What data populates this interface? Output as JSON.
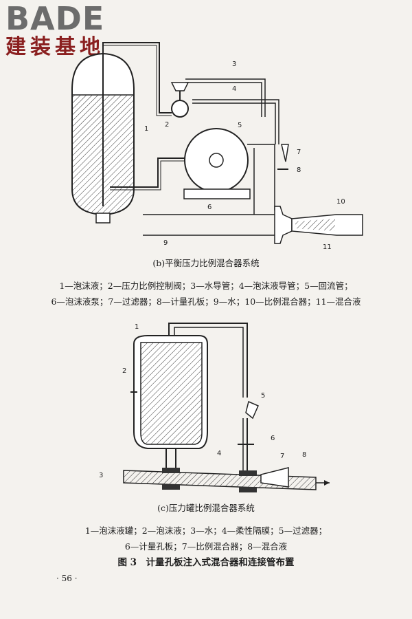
{
  "logo": {
    "word": "BADE",
    "sub": "建装基地"
  },
  "figure_b": {
    "caption": "(b)平衡压力比例混合器系统",
    "legend_line1": "1—泡沫液；2—压力比例控制阀；3—水导管；4—泡沫液导管；5—回流管；",
    "legend_line2": "6—泡沫液泵；7—过滤器；8—计量孔板；9—水；10—比例混合器；11—混合液",
    "labels": [
      "1",
      "2",
      "3",
      "4",
      "5",
      "6",
      "7",
      "8",
      "9",
      "10",
      "11"
    ]
  },
  "figure_c": {
    "caption": "(c)压力罐比例混合器系统",
    "legend_line1": "1—泡沫液罐；2—泡沫液；3—水；4—柔性隔膜；5—过滤器；",
    "legend_line2": "6—计量孔板；7—比例混合器；8—混合液",
    "labels": [
      "1",
      "2",
      "3",
      "4",
      "5",
      "6",
      "7",
      "8"
    ]
  },
  "figure_title": "图 3　计量孔板注入式混合器和连接管布置",
  "page_number": "· 56 ·"
}
